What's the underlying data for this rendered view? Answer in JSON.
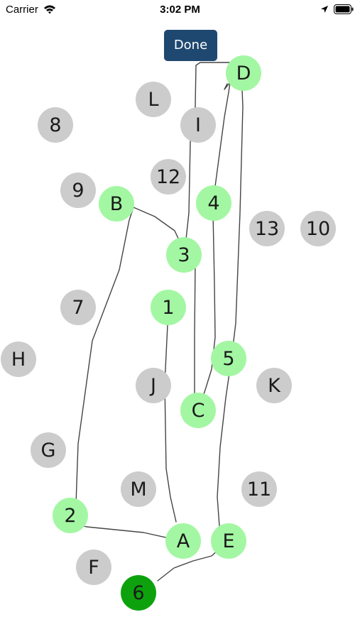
{
  "status_bar": {
    "carrier": "Carrier",
    "time": "3:02 PM"
  },
  "toolbar": {
    "done_label": "Done"
  },
  "colors": {
    "gray": "#cccccc",
    "visited": "#a3f7a3",
    "current": "#0da20d",
    "button": "#1f4870"
  },
  "nodes": [
    {
      "label": "D",
      "state": "visited"
    },
    {
      "label": "L",
      "state": "unvisited"
    },
    {
      "label": "8",
      "state": "unvisited"
    },
    {
      "label": "I",
      "state": "unvisited"
    },
    {
      "label": "12",
      "state": "unvisited"
    },
    {
      "label": "9",
      "state": "unvisited"
    },
    {
      "label": "B",
      "state": "visited"
    },
    {
      "label": "4",
      "state": "visited"
    },
    {
      "label": "13",
      "state": "unvisited"
    },
    {
      "label": "10",
      "state": "unvisited"
    },
    {
      "label": "3",
      "state": "visited"
    },
    {
      "label": "7",
      "state": "unvisited"
    },
    {
      "label": "1",
      "state": "visited"
    },
    {
      "label": "H",
      "state": "unvisited"
    },
    {
      "label": "5",
      "state": "visited"
    },
    {
      "label": "J",
      "state": "unvisited"
    },
    {
      "label": "K",
      "state": "unvisited"
    },
    {
      "label": "C",
      "state": "visited"
    },
    {
      "label": "G",
      "state": "unvisited"
    },
    {
      "label": "M",
      "state": "unvisited"
    },
    {
      "label": "11",
      "state": "unvisited"
    },
    {
      "label": "2",
      "state": "visited"
    },
    {
      "label": "A",
      "state": "visited"
    },
    {
      "label": "E",
      "state": "visited"
    },
    {
      "label": "F",
      "state": "unvisited"
    },
    {
      "label": "6",
      "state": "current"
    }
  ]
}
